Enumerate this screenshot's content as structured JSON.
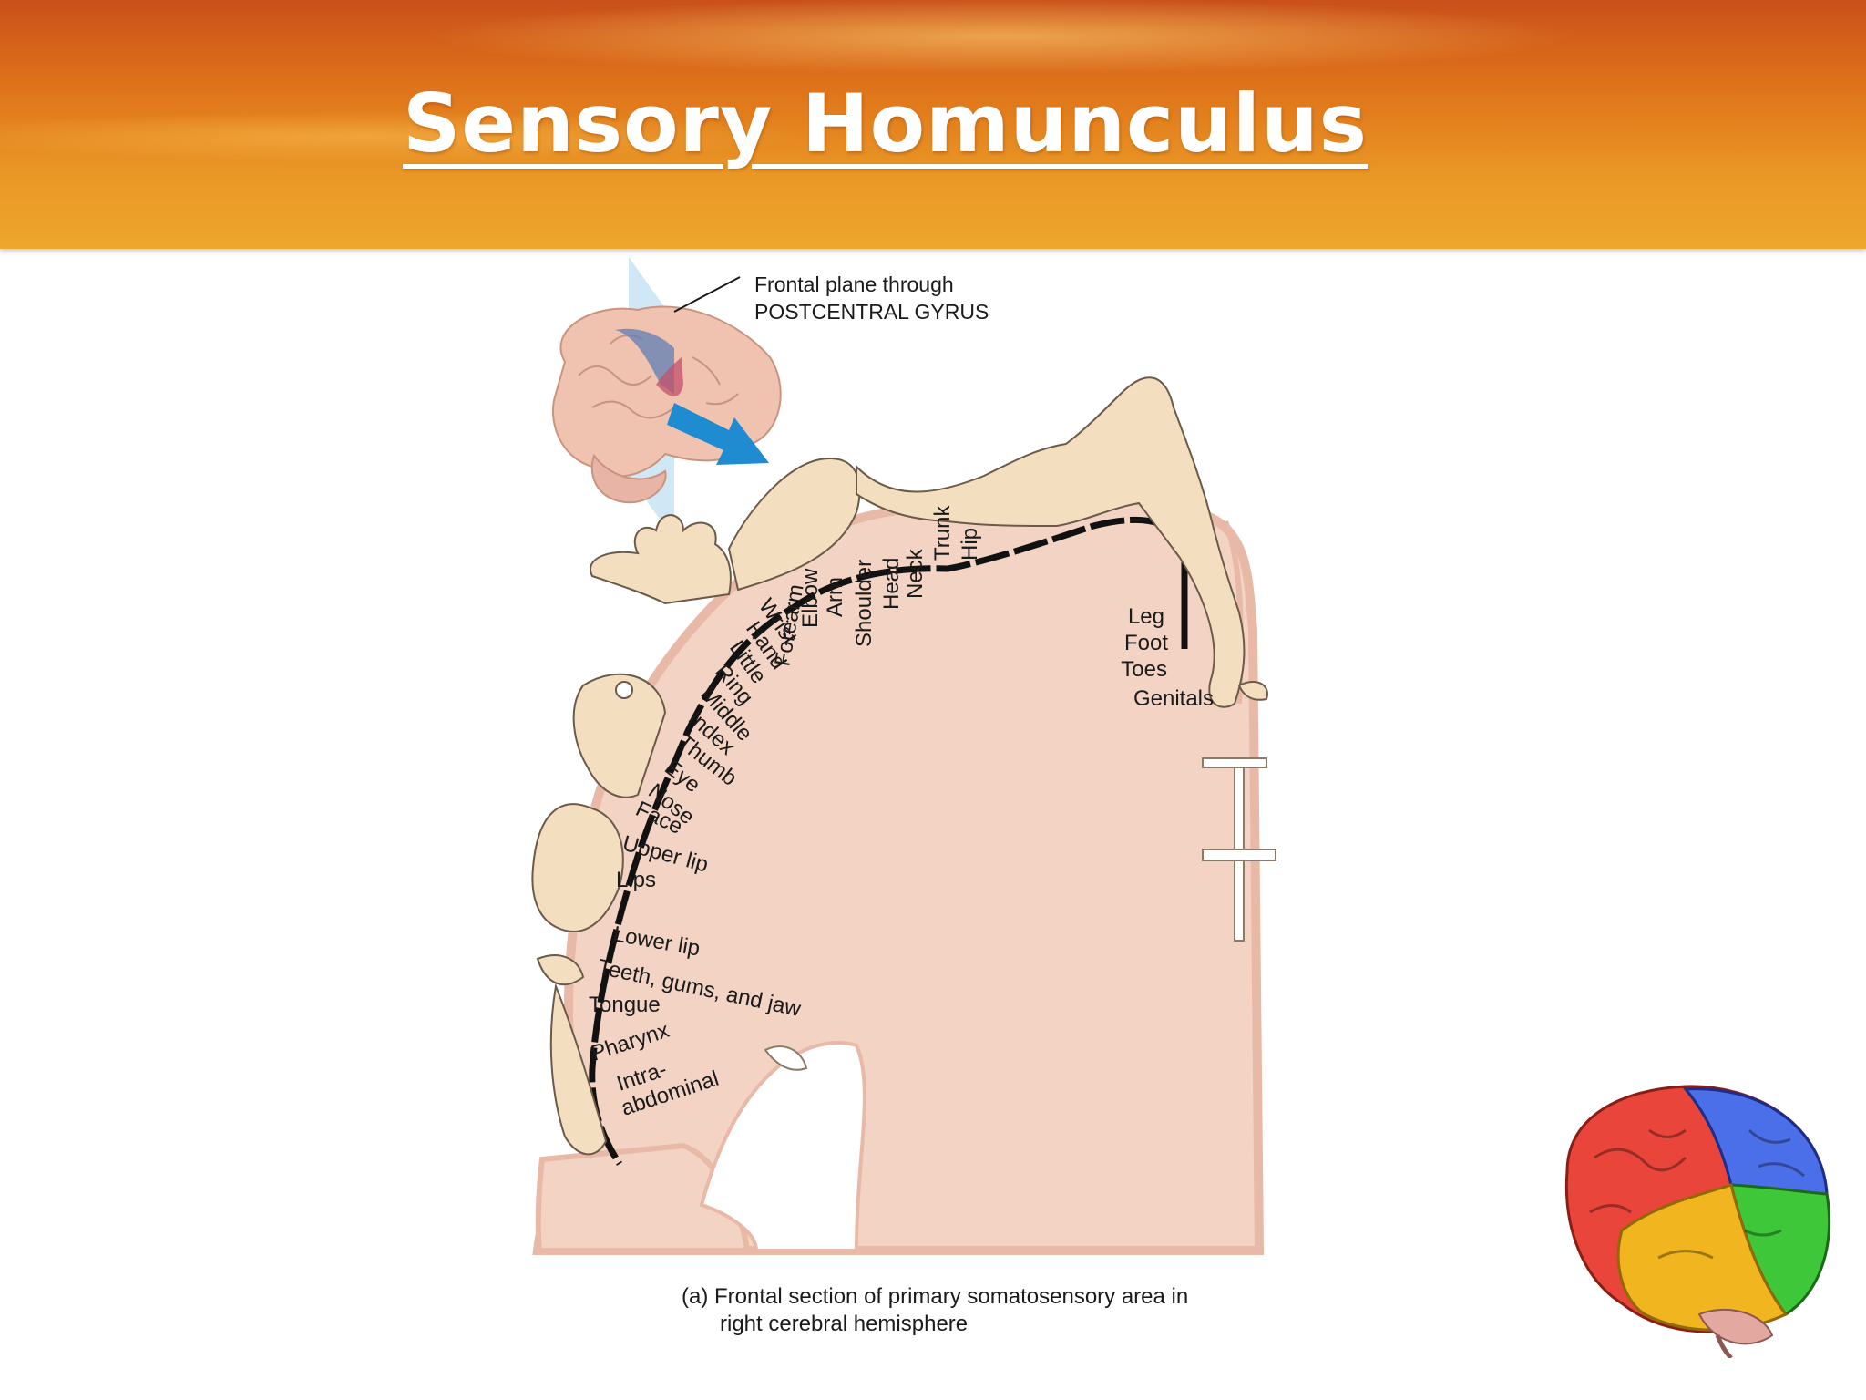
{
  "slide": {
    "title": "Sensory Homunculus"
  },
  "diagram": {
    "inset_label": {
      "line1": "Frontal plane through",
      "line2": "POSTCENTRAL GYRUS"
    },
    "body_labels": {
      "wrist": "Wrist",
      "forearm": "Forearm",
      "elbow": "Elbow",
      "arm": "Arm",
      "shoulder": "Shoulder",
      "head": "Head",
      "neck": "Neck",
      "trunk": "Trunk",
      "hip": "Hip",
      "leg": "Leg",
      "foot": "Foot",
      "toes": "Toes",
      "genitals": "Genitals",
      "hand": "Hand",
      "little": "Little",
      "ring": "Ring",
      "middle": "Middle",
      "index": "Index",
      "thumb": "Thumb",
      "eye": "Eye",
      "nose": "Nose",
      "face": "Face",
      "upper_lip": "Upper lip",
      "lips": "Lips",
      "lower_lip": "Lower lip",
      "teeth": "Teeth, gums, and jaw",
      "tongue": "Tongue",
      "pharynx": "Pharynx",
      "intra1": "Intra-",
      "intra2": "abdominal"
    },
    "caption": {
      "line1": "(a) Frontal section of primary somatosensory area in",
      "line2": "right cerebral hemisphere"
    },
    "colors": {
      "cortex": "#f2d3c4",
      "cortex_edge": "#e8b9a6",
      "homunculus": "#f3dfbf",
      "outline": "#6b5a4a",
      "cortical_strip": "#111111",
      "inset_arrow": "#1f8bd1"
    }
  }
}
